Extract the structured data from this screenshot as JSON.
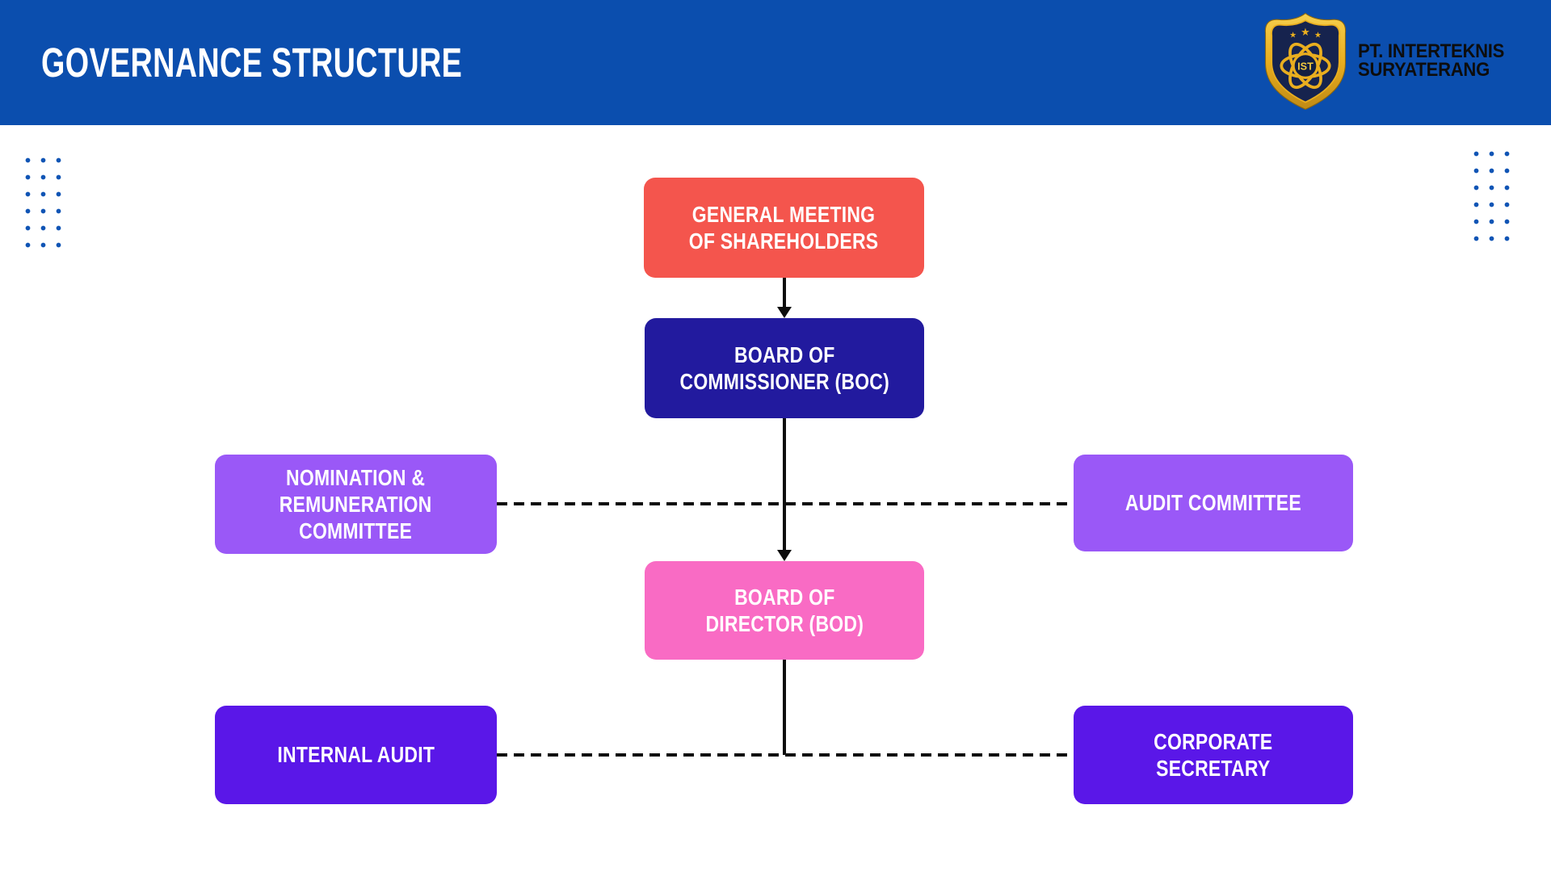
{
  "header": {
    "title": "GOVERNANCE STRUCTURE",
    "company": {
      "badge": "IST",
      "line1": "PT. INTERTEKNIS",
      "line2": "SURYATERANG"
    }
  },
  "palette": {
    "header_bg": "#0B4EAE",
    "dot_color": "#1155B5",
    "connector_color": "#0D0D0D",
    "logo_gold": "#E9AE1F",
    "logo_navy": "#16234E"
  },
  "diagram": {
    "type": "org-chart",
    "nodes": [
      {
        "id": "gms",
        "label": "GENERAL MEETING\nOF SHAREHOLDERS",
        "color": "#F4554D"
      },
      {
        "id": "boc",
        "label": "BOARD OF\nCOMMISSIONER (BOC)",
        "color": "#221A9E"
      },
      {
        "id": "nomination",
        "label": "NOMINATION &\nREMUNERATION\nCOMMITTEE",
        "color": "#9A58F7"
      },
      {
        "id": "audit_committee",
        "label": "AUDIT COMMITTEE",
        "color": "#9A58F7"
      },
      {
        "id": "bod",
        "label": "BOARD OF\nDIRECTOR (BOD)",
        "color": "#F96BC4"
      },
      {
        "id": "internal_audit",
        "label": "INTERNAL AUDIT",
        "color": "#5A17E8"
      },
      {
        "id": "corporate_secretary",
        "label": "CORPORATE\nSECRETARY",
        "color": "#5A17E8"
      }
    ],
    "edges": [
      {
        "from": "gms",
        "to": "boc",
        "style": "solid-arrow"
      },
      {
        "from": "boc",
        "to": "bod",
        "style": "solid-arrow"
      },
      {
        "from": "nomination",
        "to": "audit_committee",
        "style": "dashed"
      },
      {
        "from": "bod",
        "to": "staff-junction",
        "style": "solid"
      },
      {
        "from": "internal_audit",
        "to": "corporate_secretary",
        "style": "dashed"
      }
    ]
  }
}
